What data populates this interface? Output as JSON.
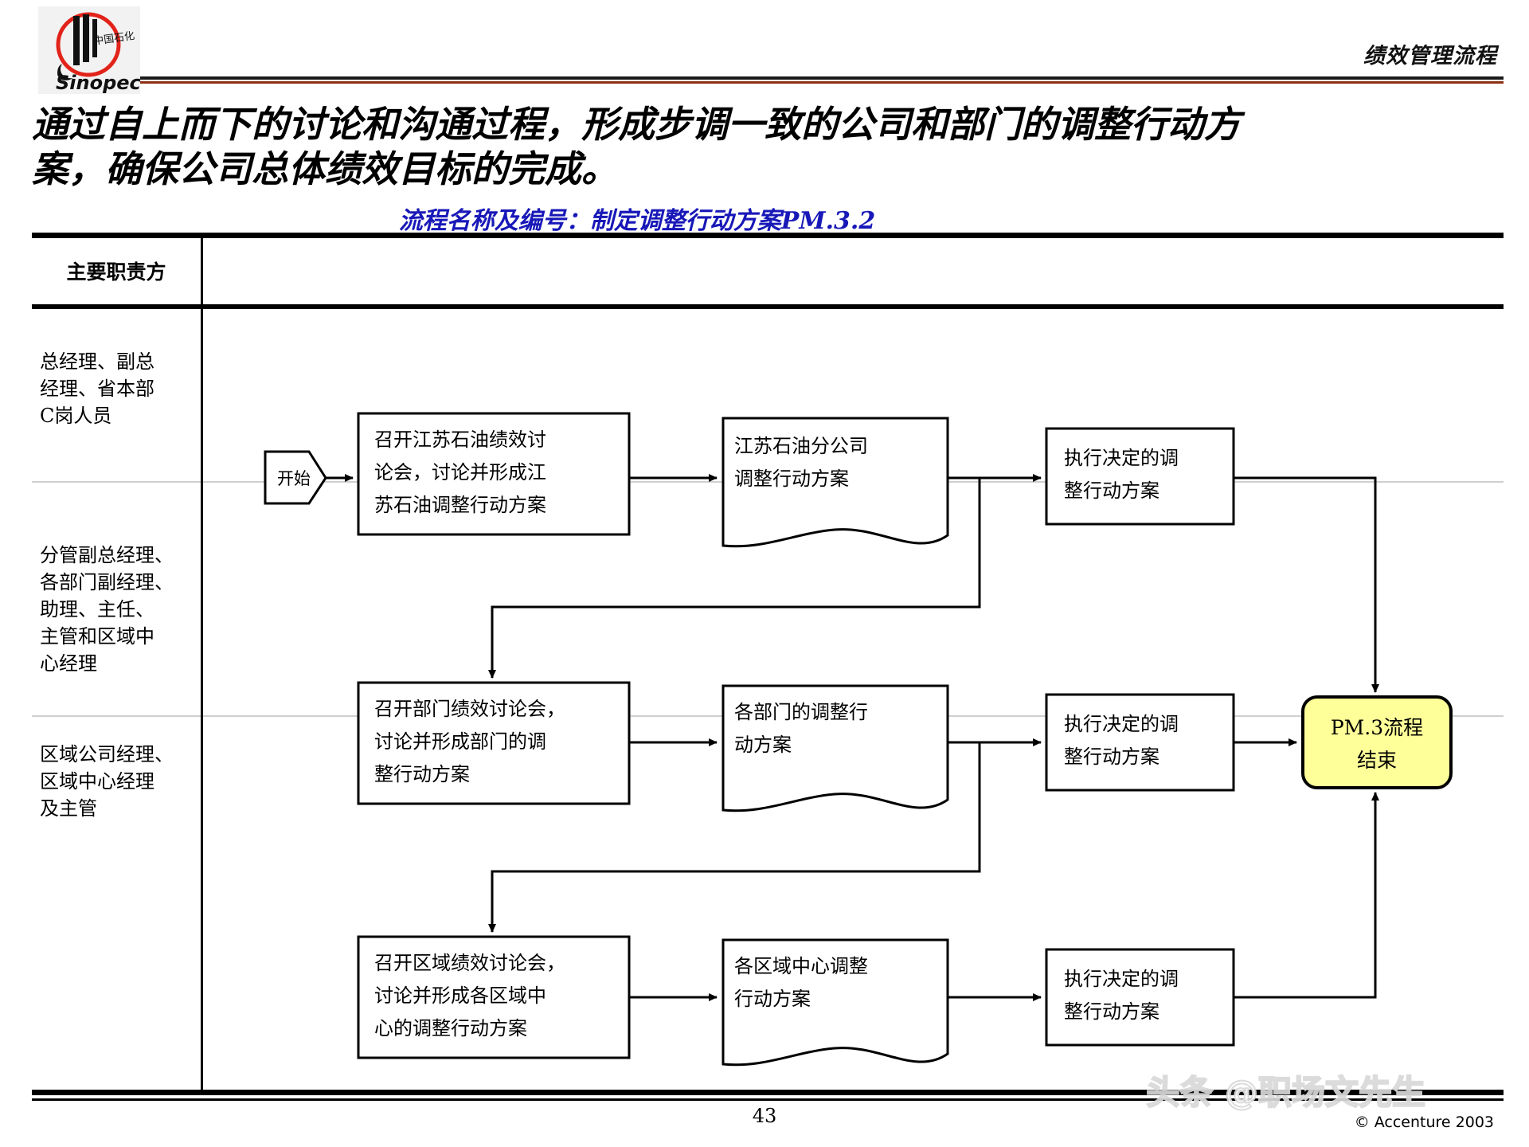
{
  "header": {
    "right_title": "绩效管理流程",
    "logo_alt": "sinopec-logo",
    "logo_cn": "中国石化",
    "logo_en": "Sinopec"
  },
  "title": "通过自上而下的讨论和沟通过程，形成步调一致的公司和部门的调整行动方案，确保公司总体绩效目标的完成。",
  "subtitle": "流程名称及编号：制定调整行动方案PM.3.2",
  "swimlane": {
    "header_label": "主要职责方",
    "lanes": [
      {
        "label": "总经理、副总\n经理、省本部\nC岗人员"
      },
      {
        "label": "分管副总经理、\n各部门副经理、\n助理、主任、\n主管和区域中\n心经理"
      },
      {
        "label": "区域公司经理、\n区域中心经理\n及主管"
      }
    ]
  },
  "flow": {
    "start_label": "开始",
    "row1": {
      "process": "召开江苏石油绩效讨\n论会，讨论并形成江\n苏石油调整行动方案",
      "document": "江苏石油分公司\n调整行动方案",
      "execute": "执行决定的调\n整行动方案"
    },
    "row2": {
      "process": "召开部门绩效讨论会，\n讨论并形成部门的调\n整行动方案",
      "document": "各部门的调整行\n动方案",
      "execute": "执行决定的调\n整行动方案"
    },
    "row3": {
      "process": "召开区域绩效讨论会，\n讨论并形成各区域中\n心的调整行动方案",
      "document": "各区域中心调整\n行动方案",
      "execute": "执行决定的调\n整行动方案"
    },
    "end_node": "PM.3流程\n结束",
    "end_node_line1": "PM.3流程",
    "end_node_line2": "结束",
    "colors": {
      "end_fill": "#ffff99",
      "line": "#000000",
      "subtitle": "#1818b8",
      "rule_red": "#8c2f12"
    }
  },
  "footer": {
    "page_number": "43",
    "copyright": "© Accenture 2003",
    "watermark": "头条 @职场文先生"
  }
}
